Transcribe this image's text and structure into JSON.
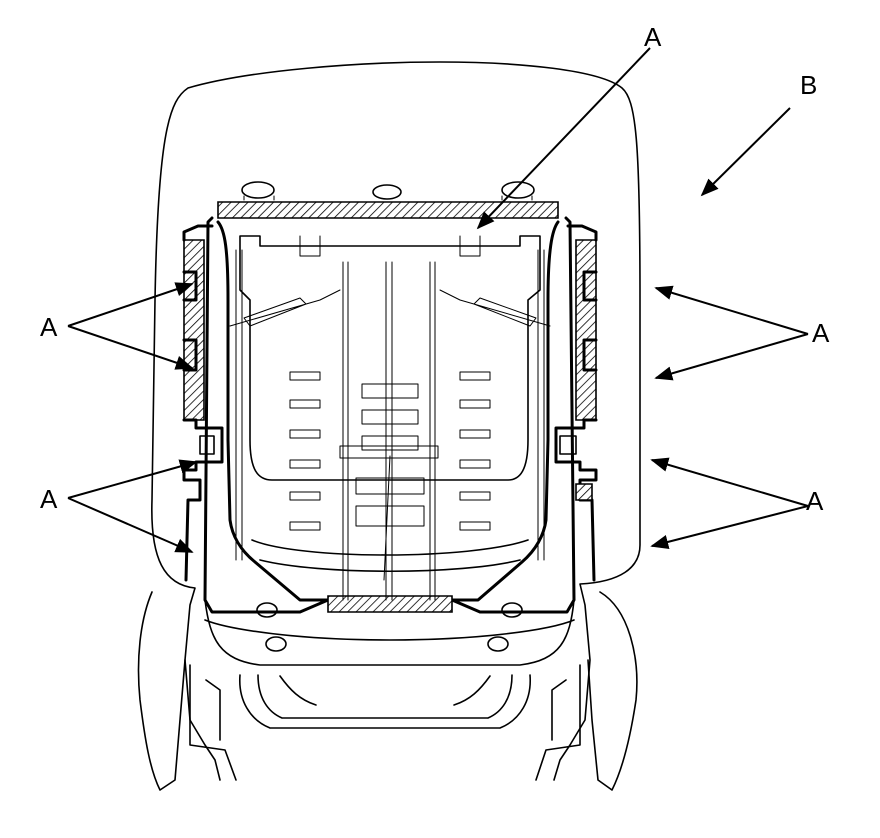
{
  "labels": {
    "a_top": "A",
    "b": "B",
    "a_left_upper": "A",
    "a_left_lower": "A",
    "a_right_upper": "A",
    "a_right_lower": "A"
  },
  "colors": {
    "line": "#000000",
    "background": "#ffffff"
  }
}
